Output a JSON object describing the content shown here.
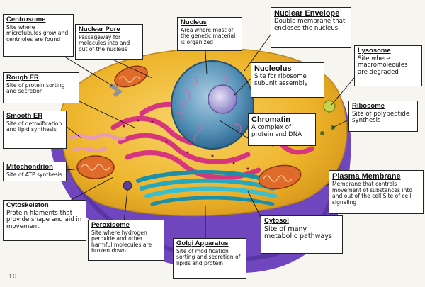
{
  "labels": {
    "centrosome": {
      "title": "Centrosome",
      "desc": "Site where microtubules grow and centrioles are found"
    },
    "nuclear_pore": {
      "title": "Nuclear Pore",
      "desc": "Passageway for molecules into and out of the nucleus"
    },
    "nucleus": {
      "title": "Nucleus",
      "desc": "Area where most of the genetic material is organized"
    },
    "nuclear_envelope": {
      "title": "Nuclear Envelope",
      "desc": "Double membrane that encloses the nucleus"
    },
    "lysosome": {
      "title": "Lysosome",
      "desc": "Site where macromolecules are degraded"
    },
    "rough_er": {
      "title": "Rough ER",
      "desc": "Site of protein sorting and secretion"
    },
    "nucleolus": {
      "title": "Nucleolus",
      "desc": "Site for ribosome subunit assembly"
    },
    "ribosome": {
      "title": "Ribosome",
      "desc": "Site of polypeptide synthesis"
    },
    "smooth_er": {
      "title": "Smooth ER",
      "desc": "Site of detoxification and lipid synthesis"
    },
    "chromatin": {
      "title": "Chromatin",
      "desc": "A complex of protein and DNA"
    },
    "mitochondrion": {
      "title": "Mitochondrion",
      "desc": "Site of ATP synthesis"
    },
    "plasma_membrane": {
      "title": "Plasma Membrane",
      "desc": "Membrane that controls movement of substances into and out of the cell Site of cell signaling"
    },
    "cytoskeleton": {
      "title": "Cytoskeleton",
      "desc": "Protein filaments that provide shape and aid in movement"
    },
    "peroxisome": {
      "title": "Peroxisome",
      "desc": "Site where hydrogen peroxide and other harmful molecules are broken down"
    },
    "cytosol": {
      "title": "Cytosol",
      "desc": "Site of many metabolic pathways"
    },
    "golgi": {
      "title": "Golgi Apparatus",
      "desc": "Site of modification sorting and secretion of lipids and protein"
    }
  },
  "page_number": "10",
  "colors": {
    "cytoplasm": "#f2c43a",
    "membrane": "#7b4fc4",
    "nucleus": "#4f8fb5",
    "rough_er": "#d8357f",
    "golgi": "#25a8c0",
    "mitochondrion": "#e06a2a"
  }
}
